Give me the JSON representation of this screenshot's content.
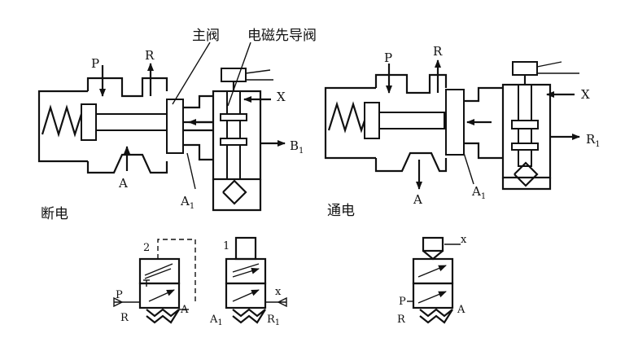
{
  "labels": {
    "main_valve": "主阀",
    "pilot_valve": "电磁先导阀",
    "state_off": "断电",
    "state_on": "通电",
    "port_P": "P",
    "port_R": "R",
    "port_A": "A",
    "port_X": "X",
    "port_B": "B",
    "port_A1": "A",
    "sub_1": "1",
    "schem_2": "2",
    "schem_1": "1",
    "schem_x": "x"
  }
}
